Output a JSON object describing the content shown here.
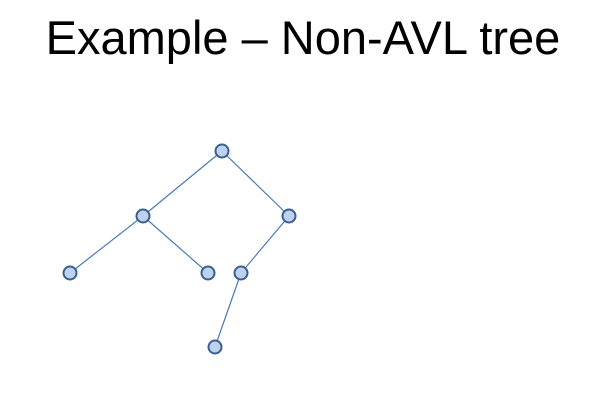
{
  "slide": {
    "title": "Example – Non-AVL tree"
  },
  "colors": {
    "edge": "#4a7ab5",
    "node_fill": "#bcd2ee",
    "node_stroke": "#3a5f8f"
  },
  "tree": {
    "nodes": [
      {
        "id": "root"
      },
      {
        "id": "root-left"
      },
      {
        "id": "root-right"
      },
      {
        "id": "left-left-leaf"
      },
      {
        "id": "left-right-leaf"
      },
      {
        "id": "right-left"
      },
      {
        "id": "right-left-left-leaf"
      }
    ],
    "edges": [
      {
        "from": "root",
        "to": "root-left"
      },
      {
        "from": "root",
        "to": "root-right"
      },
      {
        "from": "root-left",
        "to": "left-left-leaf"
      },
      {
        "from": "root-left",
        "to": "left-right-leaf"
      },
      {
        "from": "root-right",
        "to": "right-left"
      },
      {
        "from": "right-left",
        "to": "right-left-left-leaf"
      }
    ]
  }
}
